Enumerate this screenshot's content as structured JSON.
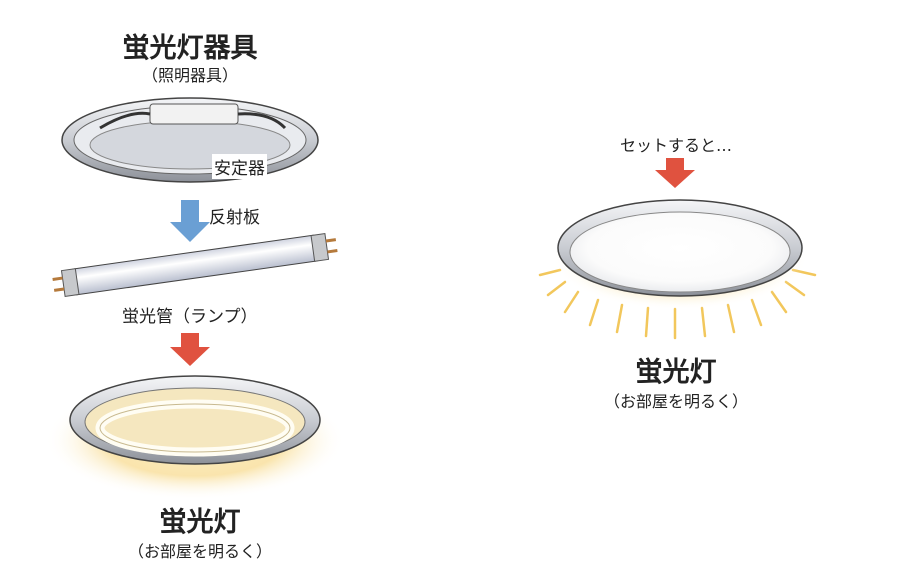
{
  "left": {
    "title": "蛍光灯器具",
    "subtitle": "（照明器具）",
    "ballast_label": "安定器",
    "reflector_label": "反射板",
    "tube_label": "蛍光管（ランプ）",
    "result_title": "蛍光灯",
    "result_subtitle": "（お部屋を明るく）"
  },
  "right": {
    "caption": "セットすると…",
    "result_title": "蛍光灯",
    "result_subtitle": "（お部屋を明るく）"
  },
  "colors": {
    "blue_arrow": "#6a9fd4",
    "red_arrow": "#e0523f",
    "glow": "#f7d98a"
  }
}
